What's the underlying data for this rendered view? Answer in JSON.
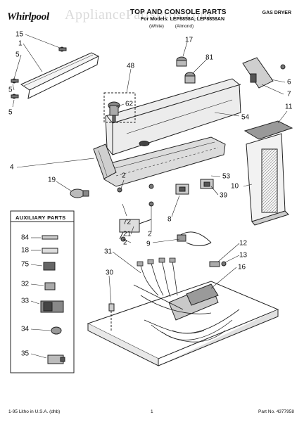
{
  "header": {
    "brand": "Whirlpool",
    "title": "TOP AND CONSOLE PARTS",
    "models": "For Models: LEP8858A, LEP8858AN",
    "variant_white": "(White)",
    "variant_almond": "(Almond)",
    "appliance_type": "GAS DRYER",
    "watermark": "AppliancePartsPros.com"
  },
  "part_callouts": [
    "15",
    "1",
    "5",
    "5",
    "5",
    "48",
    "62",
    "17",
    "81",
    "54",
    "6",
    "7",
    "11",
    "4",
    "2",
    "53",
    "39",
    "10",
    "19",
    "72",
    "8",
    "21",
    "2",
    "9",
    "2",
    "12",
    "31",
    "13",
    "30",
    "16"
  ],
  "aux_panel": {
    "title": "AUXILIARY PARTS",
    "items": [
      "84",
      "18",
      "75",
      "32",
      "33",
      "34",
      "35"
    ]
  },
  "footer": {
    "left": "1-95 Litho in U.S.A. (dhb)",
    "page": "1",
    "part_no": "Part No. 4377958"
  }
}
